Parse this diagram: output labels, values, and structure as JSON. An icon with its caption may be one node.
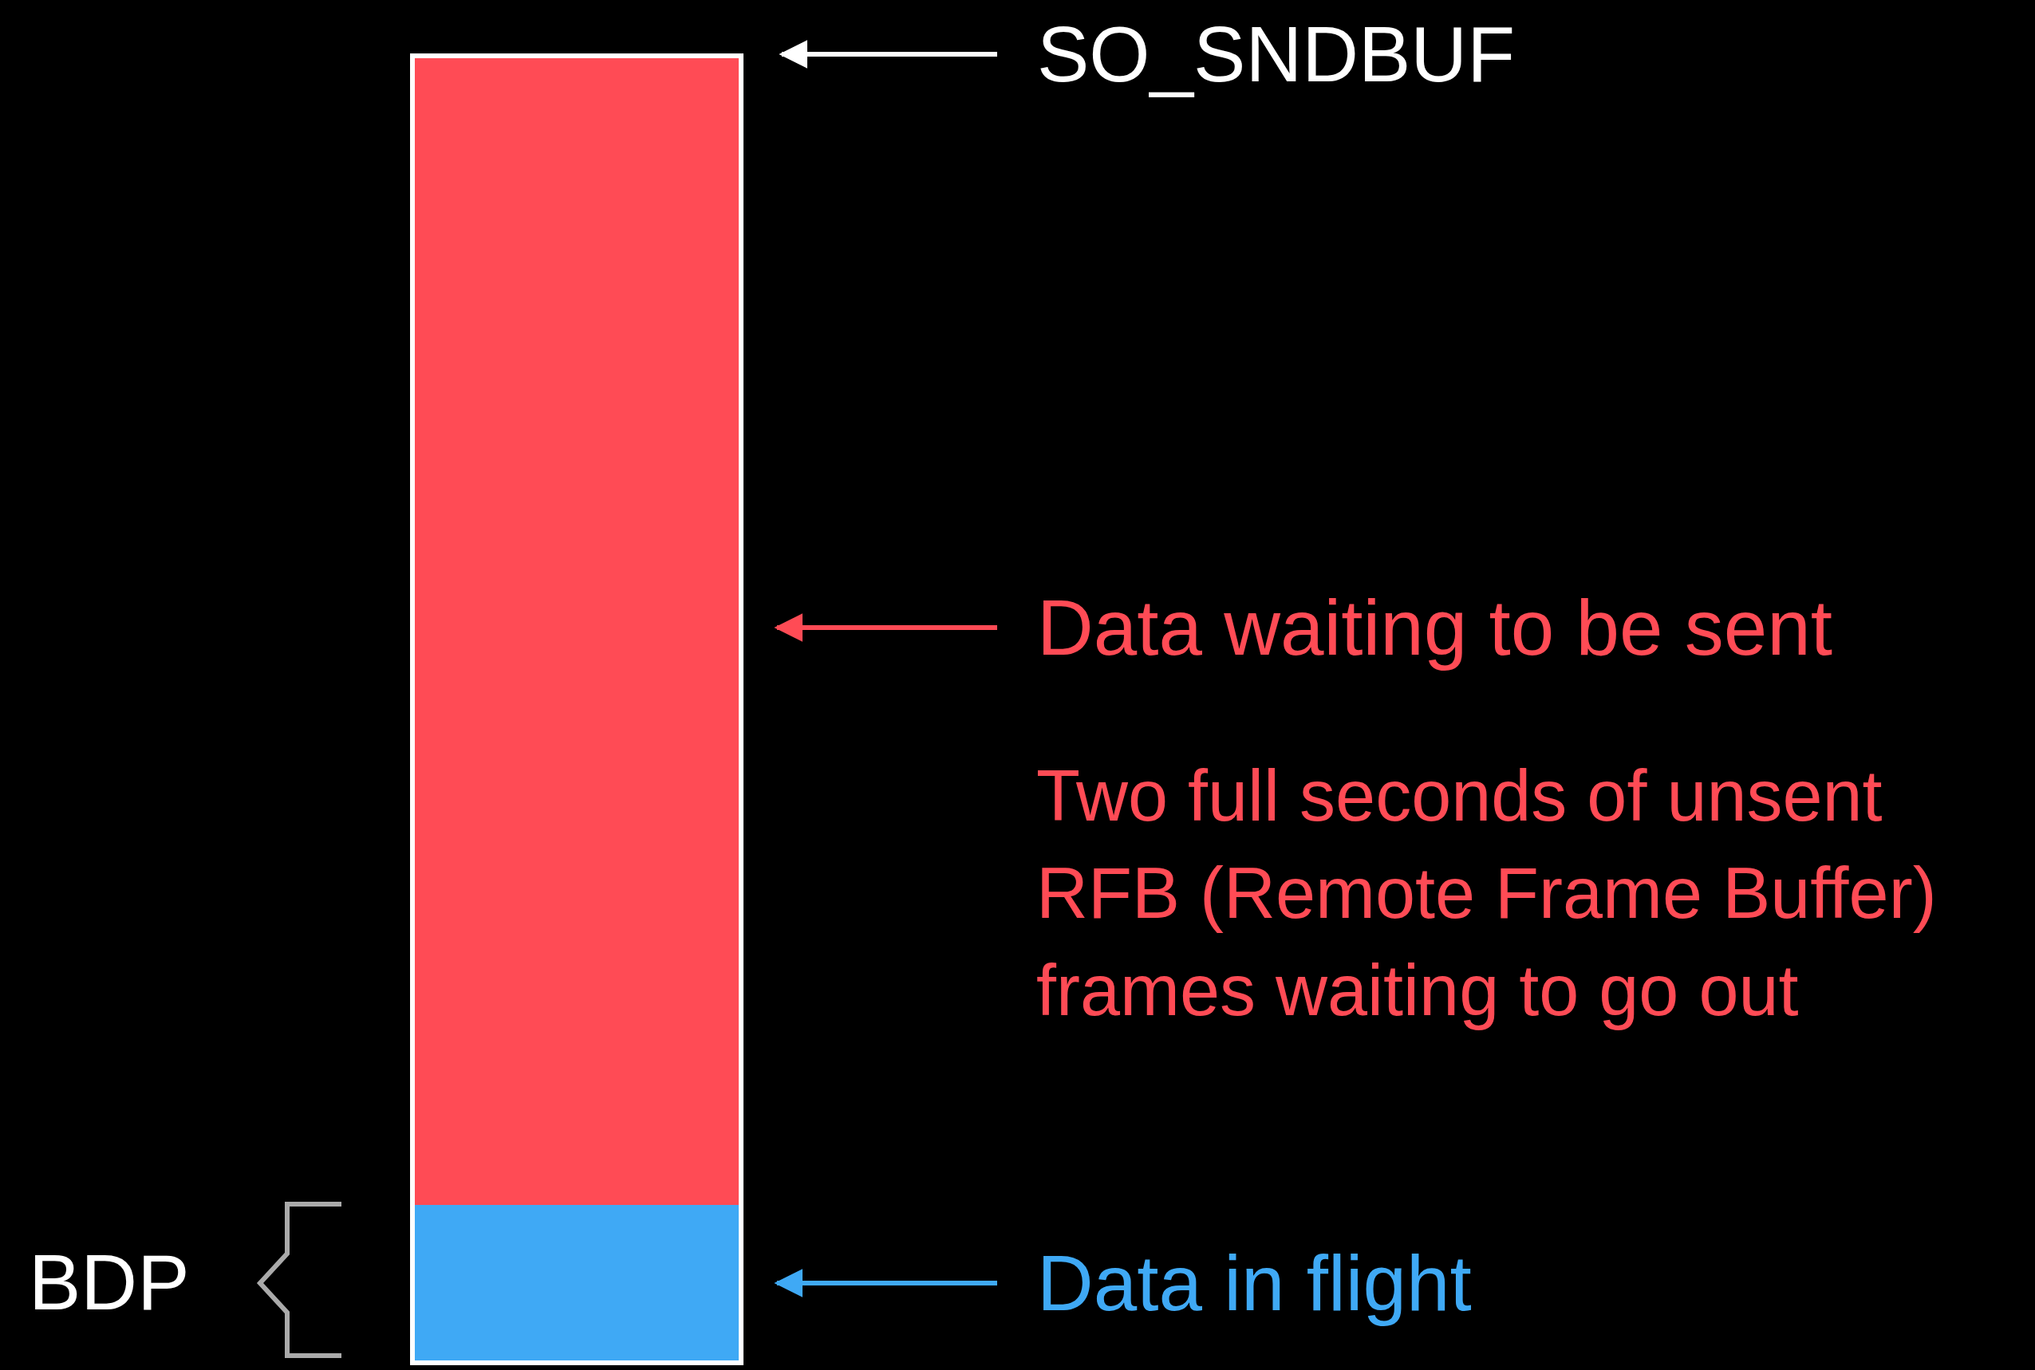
{
  "diagram": {
    "nodes": [
      {
        "text": [],
        "shape": "box"
      },
      {
        "text": [],
        "shape": "bar",
        "in": 0
      },
      {
        "text": [],
        "shape": "bar",
        "in": 0
      },
      {
        "text": [
          "SO_SNDBUF"
        ]
      },
      {
        "text": [
          "Data waiting to be sent"
        ],
        "beside": [
          "Two full seconds of unsent RFB (Remote Frame Buffer) frames waiting to go out"
        ]
      },
      {
        "text": [
          "Data in flight"
        ]
      }
    ],
    "edges": [
      {
        "from": 3,
        "to": 0,
        "arrow": "to",
        "color": "#ffffff"
      },
      {
        "from": 4,
        "to": 1,
        "arrow": "to",
        "color": "#ff4b55"
      },
      {
        "from": 5,
        "to": 2,
        "arrow": "to",
        "color": "#3fa9f5"
      }
    ],
    "labels": [
      "BDP"
    ]
  }
}
